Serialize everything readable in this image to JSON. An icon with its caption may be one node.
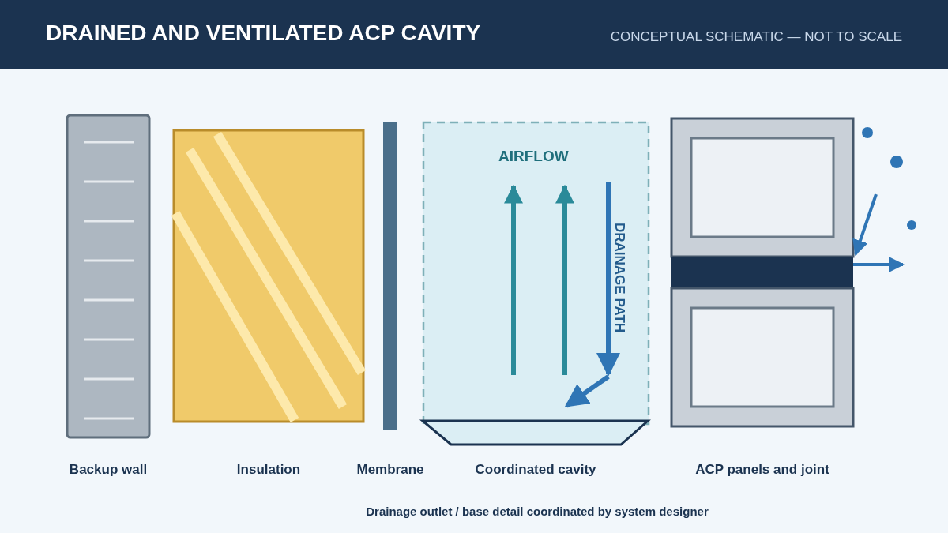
{
  "diagram": {
    "title": "DRAINED AND VENTILATED ACP CAVITY",
    "labels": [
      "CONCEPTUAL SCHEMATIC — NOT TO SCALE",
      "AIRFLOW",
      "DRAINAGE PATH",
      "Backup wall",
      "Insulation",
      "Membrane",
      "Coordinated cavity",
      "ACP panels and joint",
      "Drainage outlet / base detail coordinated by system designer"
    ]
  }
}
